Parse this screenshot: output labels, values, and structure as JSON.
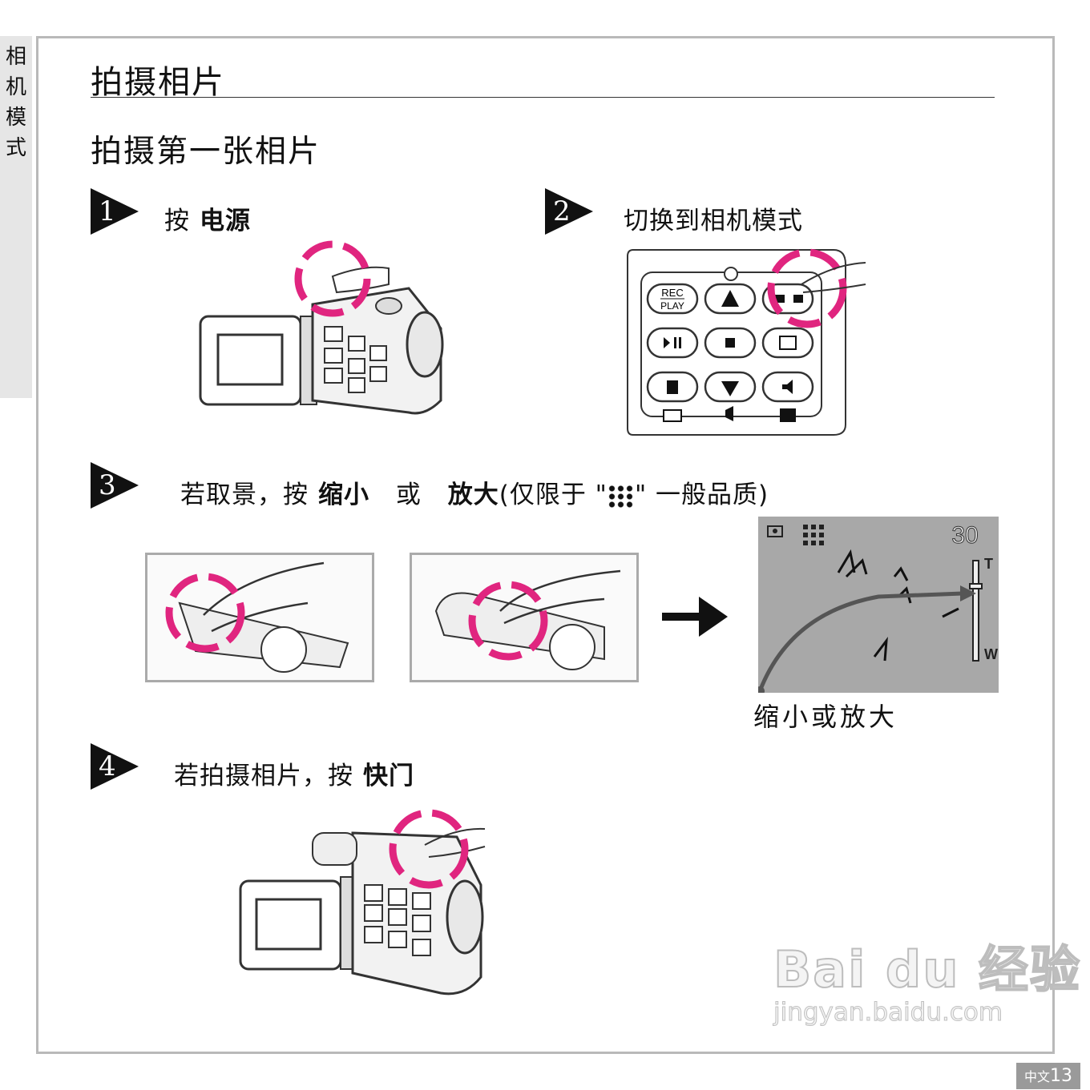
{
  "side_tab": "相机模式",
  "page_title": "拍摄相片",
  "section_title": "拍摄第一张相片",
  "steps": [
    {
      "number": "1",
      "text": "按",
      "bold": "电源"
    },
    {
      "number": "2",
      "text": "切换到相机模式",
      "bold": ""
    },
    {
      "number": "3",
      "text": "若取景，按",
      "bold1": "缩小",
      "mid": "或",
      "bold2": "放大",
      "tail": "(仅限于 \"",
      "tail2": "\" 一般品质)"
    },
    {
      "number": "4",
      "text": "若拍摄相片，按",
      "bold": "快门"
    }
  ],
  "keypad": {
    "rec_label": "REC",
    "play_label": "PLAY"
  },
  "zoom_preview": {
    "counter": "30",
    "tele_label": "T",
    "wide_label": "W",
    "caption": "缩小或放大"
  },
  "footer": {
    "lang": "中文",
    "page": "13"
  },
  "watermark": {
    "brand": "Bai du 经验",
    "url": "jingyan.baidu.com"
  },
  "colors": {
    "highlight": "#e0257f",
    "frame": "#b9b9b9"
  }
}
